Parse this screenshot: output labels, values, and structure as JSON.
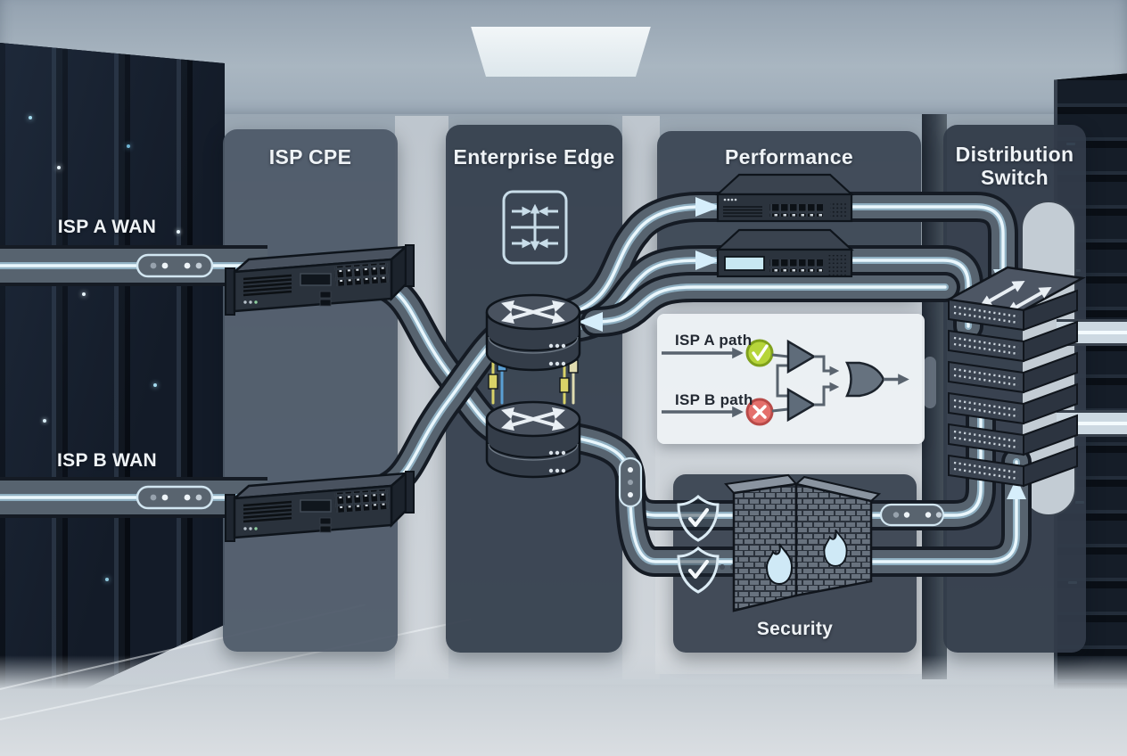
{
  "labels": {
    "wan_a": "ISP A WAN",
    "wan_b": "ISP B WAN",
    "panel_isp_cpe": "ISP CPE",
    "panel_enterprise_edge": "Enterprise Edge",
    "panel_performance": "Performance",
    "panel_security": "Security",
    "panel_distribution": "Distribution Switch"
  },
  "logic_inset": {
    "path_a_label": "ISP A path",
    "path_b_label": "ISP B path",
    "path_a_status": "ok",
    "path_b_status": "failed",
    "status_ok_icon": "check-circle",
    "status_fail_icon": "x-circle",
    "gates": [
      "buffer-gate",
      "buffer-gate",
      "or-gate"
    ]
  },
  "icons": {
    "enterprise_edge_badge": "crossroads-arrows-icon",
    "edge_router": "router-cylinder-icon",
    "distribution_stack": "stacked-switches-icon",
    "security_shield": "shield-check-icon",
    "firewall": "brick-wall-flame-icon"
  },
  "colors": {
    "status_ok": "#b6d53a",
    "status_fail": "#e4706c",
    "flow_highlight": "#eaf7fd",
    "pipe_fill": "#57636f",
    "panel_dark": "#3a4552",
    "panel_light": "#edf1f4",
    "lcd_screen": "#c8e8f2",
    "cable_yellow": "#d9d268",
    "cable_blue": "#5a9fd4"
  }
}
